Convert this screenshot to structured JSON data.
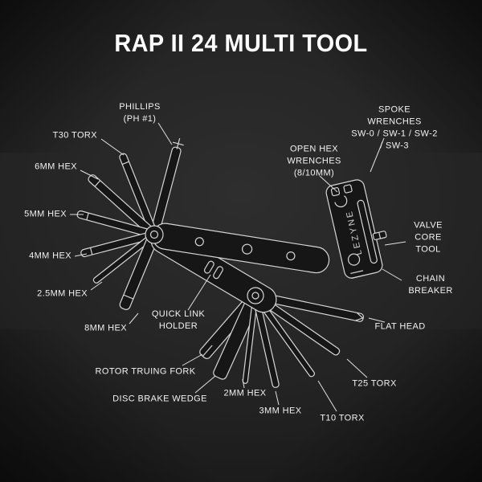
{
  "title": "RAP II 24 MULTI TOOL",
  "brand_mark": "LEZYNE",
  "labels": {
    "phillips": "PHILLIPS\n(PH #1)",
    "t30_torx": "T30 TORX",
    "hex_6mm": "6MM HEX",
    "hex_5mm": "5MM HEX",
    "hex_4mm": "4MM HEX",
    "hex_2_5mm": "2.5MM HEX",
    "hex_8mm": "8MM HEX",
    "quick_link_holder": "QUICK LINK\nHOLDER",
    "rotor_truing_fork": "ROTOR TRUING FORK",
    "disc_brake_wedge": "DISC BRAKE WEDGE",
    "hex_2mm": "2MM HEX",
    "hex_3mm": "3MM HEX",
    "t10_torx": "T10 TORX",
    "t25_torx": "T25 TORX",
    "flat_head": "FLAT HEAD",
    "chain_breaker": "CHAIN BREAKER",
    "valve_core_tool": "VALVE CORE\nTOOL",
    "spoke_wrenches": "SPOKE WRENCHES\nSW-0 / SW-1 / SW-2 / SW-3",
    "open_hex_wrenches": "OPEN HEX\nWRENCHES\n(8/10MM)"
  },
  "colors": {
    "background_center": "#2e2e2e",
    "background_edge": "#050505",
    "line_art": "#d6d6d6",
    "text": "#ffffff"
  }
}
